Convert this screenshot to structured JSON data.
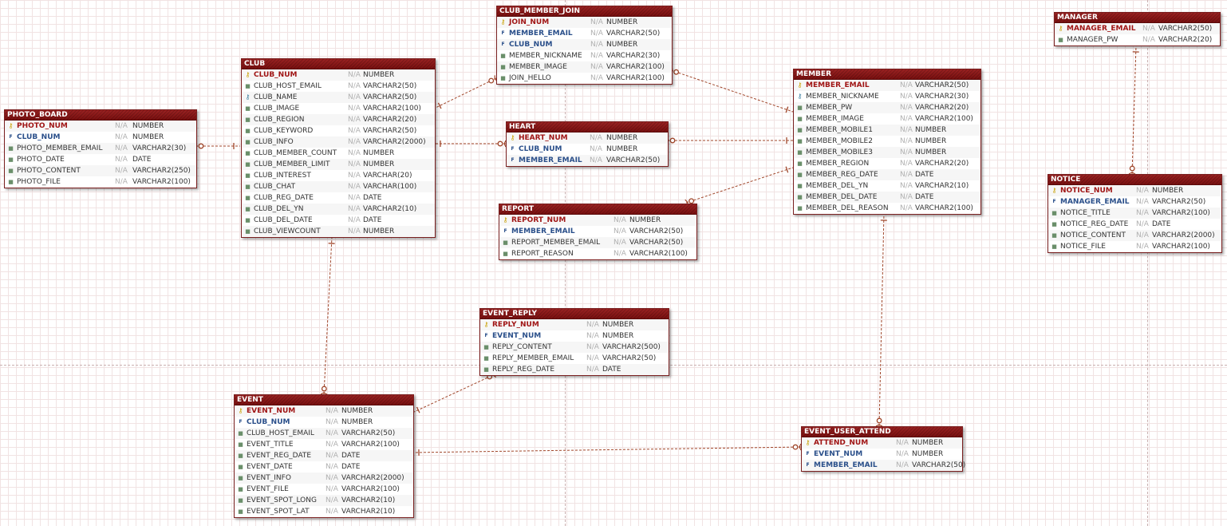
{
  "diagram": {
    "entities": [
      {
        "id": "photo_board",
        "name": "PHOTO_BOARD",
        "columns": [
          {
            "name": "PHOTO_NUM",
            "null": "N/A",
            "type": "NUMBER",
            "kind": "pk"
          },
          {
            "name": "CLUB_NUM",
            "null": "N/A",
            "type": "NUMBER",
            "kind": "fk"
          },
          {
            "name": "PHOTO_MEMBER_EMAIL",
            "null": "N/A",
            "type": "VARCHAR2(30)",
            "kind": "col"
          },
          {
            "name": "PHOTO_DATE",
            "null": "N/A",
            "type": "DATE",
            "kind": "col"
          },
          {
            "name": "PHOTO_CONTENT",
            "null": "N/A",
            "type": "VARCHAR2(250)",
            "kind": "col"
          },
          {
            "name": "PHOTO_FILE",
            "null": "N/A",
            "type": "VARCHAR2(100)",
            "kind": "col"
          }
        ]
      },
      {
        "id": "club",
        "name": "CLUB",
        "columns": [
          {
            "name": "CLUB_NUM",
            "null": "N/A",
            "type": "NUMBER",
            "kind": "pk"
          },
          {
            "name": "CLUB_HOST_EMAIL",
            "null": "N/A",
            "type": "VARCHAR2(50)",
            "kind": "col"
          },
          {
            "name": "CLUB_NAME",
            "null": "N/A",
            "type": "VARCHAR2(50)",
            "kind": "uk"
          },
          {
            "name": "CLUB_IMAGE",
            "null": "N/A",
            "type": "VARCHAR2(100)",
            "kind": "col"
          },
          {
            "name": "CLUB_REGION",
            "null": "N/A",
            "type": "VARCHAR2(20)",
            "kind": "col"
          },
          {
            "name": "CLUB_KEYWORD",
            "null": "N/A",
            "type": "VARCHAR2(50)",
            "kind": "col"
          },
          {
            "name": "CLUB_INFO",
            "null": "N/A",
            "type": "VARCHAR2(2000)",
            "kind": "col"
          },
          {
            "name": "CLUB_MEMBER_COUNT",
            "null": "N/A",
            "type": "NUMBER",
            "kind": "col"
          },
          {
            "name": "CLUB_MEMBER_LIMIT",
            "null": "N/A",
            "type": "NUMBER",
            "kind": "col"
          },
          {
            "name": "CLUB_INTEREST",
            "null": "N/A",
            "type": "VARCHAR(20)",
            "kind": "col"
          },
          {
            "name": "CLUB_CHAT",
            "null": "N/A",
            "type": "VARCHAR(100)",
            "kind": "col"
          },
          {
            "name": "CLUB_REG_DATE",
            "null": "N/A",
            "type": "DATE",
            "kind": "col"
          },
          {
            "name": "CLUB_DEL_YN",
            "null": "N/A",
            "type": "VARCHAR2(10)",
            "kind": "col"
          },
          {
            "name": "CLUB_DEL_DATE",
            "null": "N/A",
            "type": "DATE",
            "kind": "col"
          },
          {
            "name": "CLUB_VIEWCOUNT",
            "null": "N/A",
            "type": "NUMBER",
            "kind": "col"
          }
        ]
      },
      {
        "id": "club_member_join",
        "name": "CLUB_MEMBER_JOIN",
        "columns": [
          {
            "name": "JOIN_NUM",
            "null": "N/A",
            "type": "NUMBER",
            "kind": "pk"
          },
          {
            "name": "MEMBER_EMAIL",
            "null": "N/A",
            "type": "VARCHAR2(50)",
            "kind": "fk"
          },
          {
            "name": "CLUB_NUM",
            "null": "N/A",
            "type": "NUMBER",
            "kind": "fk"
          },
          {
            "name": "MEMBER_NICKNAME",
            "null": "N/A",
            "type": "VARCHAR2(30)",
            "kind": "col"
          },
          {
            "name": "MEMBER_IMAGE",
            "null": "N/A",
            "type": "VARCHAR2(100)",
            "kind": "col"
          },
          {
            "name": "JOIN_HELLO",
            "null": "N/A",
            "type": "VARCHAR2(100)",
            "kind": "col"
          }
        ]
      },
      {
        "id": "heart",
        "name": "HEART",
        "columns": [
          {
            "name": "HEART_NUM",
            "null": "N/A",
            "type": "NUMBER",
            "kind": "pk"
          },
          {
            "name": "CLUB_NUM",
            "null": "N/A",
            "type": "NUMBER",
            "kind": "fk"
          },
          {
            "name": "MEMBER_EMAIL",
            "null": "N/A",
            "type": "VARCHAR2(50)",
            "kind": "fk"
          }
        ]
      },
      {
        "id": "report",
        "name": "REPORT",
        "columns": [
          {
            "name": "REPORT_NUM",
            "null": "N/A",
            "type": "NUMBER",
            "kind": "pk"
          },
          {
            "name": "MEMBER_EMAIL",
            "null": "N/A",
            "type": "VARCHAR2(50)",
            "kind": "fk"
          },
          {
            "name": "REPORT_MEMBER_EMAIL",
            "null": "N/A",
            "type": "VARCHAR2(50)",
            "kind": "col"
          },
          {
            "name": "REPORT_REASON",
            "null": "N/A",
            "type": "VARCHAR2(100)",
            "kind": "col"
          }
        ]
      },
      {
        "id": "member",
        "name": "MEMBER",
        "columns": [
          {
            "name": "MEMBER_EMAIL",
            "null": "N/A",
            "type": "VARCHAR2(50)",
            "kind": "pk"
          },
          {
            "name": "MEMBER_NICKNAME",
            "null": "N/A",
            "type": "VARCHAR2(30)",
            "kind": "uk"
          },
          {
            "name": "MEMBER_PW",
            "null": "N/A",
            "type": "VARCHAR2(20)",
            "kind": "col"
          },
          {
            "name": "MEMBER_IMAGE",
            "null": "N/A",
            "type": "VARCHAR2(100)",
            "kind": "col"
          },
          {
            "name": "MEMBER_MOBILE1",
            "null": "N/A",
            "type": "NUMBER",
            "kind": "col"
          },
          {
            "name": "MEMBER_MOBILE2",
            "null": "N/A",
            "type": "NUMBER",
            "kind": "col"
          },
          {
            "name": "MEMBER_MOBILE3",
            "null": "N/A",
            "type": "NUMBER",
            "kind": "col"
          },
          {
            "name": "MEMBER_REGION",
            "null": "N/A",
            "type": "VARCHAR2(20)",
            "kind": "col"
          },
          {
            "name": "MEMBER_REG_DATE",
            "null": "N/A",
            "type": "DATE",
            "kind": "col"
          },
          {
            "name": "MEMBER_DEL_YN",
            "null": "N/A",
            "type": "VARCHAR2(10)",
            "kind": "col"
          },
          {
            "name": "MEMBER_DEL_DATE",
            "null": "N/A",
            "type": "DATE",
            "kind": "col"
          },
          {
            "name": "MEMBER_DEL_REASON",
            "null": "N/A",
            "type": "VARCHAR2(100)",
            "kind": "col"
          }
        ]
      },
      {
        "id": "manager",
        "name": "MANAGER",
        "columns": [
          {
            "name": "MANAGER_EMAIL",
            "null": "N/A",
            "type": "VARCHAR2(50)",
            "kind": "pk"
          },
          {
            "name": "MANAGER_PW",
            "null": "N/A",
            "type": "VARCHAR2(20)",
            "kind": "col"
          }
        ]
      },
      {
        "id": "notice",
        "name": "NOTICE",
        "columns": [
          {
            "name": "NOTICE_NUM",
            "null": "N/A",
            "type": "NUMBER",
            "kind": "pk"
          },
          {
            "name": "MANAGER_EMAIL",
            "null": "N/A",
            "type": "VARCHAR2(50)",
            "kind": "fk"
          },
          {
            "name": "NOTICE_TITLE",
            "null": "N/A",
            "type": "VARCHAR2(100)",
            "kind": "col"
          },
          {
            "name": "NOTICE_REG_DATE",
            "null": "N/A",
            "type": "DATE",
            "kind": "col"
          },
          {
            "name": "NOTICE_CONTENT",
            "null": "N/A",
            "type": "VARCHAR2(2000)",
            "kind": "col"
          },
          {
            "name": "NOTICE_FILE",
            "null": "N/A",
            "type": "VARCHAR2(100)",
            "kind": "col"
          }
        ]
      },
      {
        "id": "event_reply",
        "name": "EVENT_REPLY",
        "columns": [
          {
            "name": "REPLY_NUM",
            "null": "N/A",
            "type": "NUMBER",
            "kind": "pk"
          },
          {
            "name": "EVENT_NUM",
            "null": "N/A",
            "type": "NUMBER",
            "kind": "fk"
          },
          {
            "name": "REPLY_CONTENT",
            "null": "N/A",
            "type": "VARCHAR2(500)",
            "kind": "col"
          },
          {
            "name": "REPLY_MEMBER_EMAIL",
            "null": "N/A",
            "type": "VARCHAR2(50)",
            "kind": "col"
          },
          {
            "name": "REPLY_REG_DATE",
            "null": "N/A",
            "type": "DATE",
            "kind": "col"
          }
        ]
      },
      {
        "id": "event",
        "name": "EVENT",
        "columns": [
          {
            "name": "EVENT_NUM",
            "null": "N/A",
            "type": "NUMBER",
            "kind": "pk"
          },
          {
            "name": "CLUB_NUM",
            "null": "N/A",
            "type": "NUMBER",
            "kind": "fk"
          },
          {
            "name": "CLUB_HOST_EMAIL",
            "null": "N/A",
            "type": "VARCHAR2(50)",
            "kind": "col"
          },
          {
            "name": "EVENT_TITLE",
            "null": "N/A",
            "type": "VARCHAR2(100)",
            "kind": "col"
          },
          {
            "name": "EVENT_REG_DATE",
            "null": "N/A",
            "type": "DATE",
            "kind": "col"
          },
          {
            "name": "EVENT_DATE",
            "null": "N/A",
            "type": "DATE",
            "kind": "col"
          },
          {
            "name": "EVENT_INFO",
            "null": "N/A",
            "type": "VARCHAR2(2000)",
            "kind": "col"
          },
          {
            "name": "EVENT_FILE",
            "null": "N/A",
            "type": "VARCHAR2(100)",
            "kind": "col"
          },
          {
            "name": "EVENT_SPOT_LONG",
            "null": "N/A",
            "type": "VARCHAR2(10)",
            "kind": "col"
          },
          {
            "name": "EVENT_SPOT_LAT",
            "null": "N/A",
            "type": "VARCHAR2(10)",
            "kind": "col"
          }
        ]
      },
      {
        "id": "event_user_attend",
        "name": "EVENT_USER_ATTEND",
        "columns": [
          {
            "name": "ATTEND_NUM",
            "null": "N/A",
            "type": "NUMBER",
            "kind": "pk"
          },
          {
            "name": "EVENT_NUM",
            "null": "N/A",
            "type": "NUMBER",
            "kind": "fk"
          },
          {
            "name": "MEMBER_EMAIL",
            "null": "N/A",
            "type": "VARCHAR2(50)",
            "kind": "fk"
          }
        ]
      }
    ],
    "relationships": [
      {
        "from": "photo_board",
        "to": "club"
      },
      {
        "from": "club_member_join",
        "to": "club"
      },
      {
        "from": "club_member_join",
        "to": "member"
      },
      {
        "from": "heart",
        "to": "club"
      },
      {
        "from": "heart",
        "to": "member"
      },
      {
        "from": "report",
        "to": "member"
      },
      {
        "from": "notice",
        "to": "manager"
      },
      {
        "from": "event",
        "to": "club"
      },
      {
        "from": "event_reply",
        "to": "event"
      },
      {
        "from": "event_user_attend",
        "to": "event"
      },
      {
        "from": "event_user_attend",
        "to": "member"
      }
    ],
    "colors": {
      "header": "#8a1a1a",
      "pk_text": "#a01515",
      "fk_text": "#2a4f8a",
      "relationship_line": "#a0462a",
      "grid": "#f1e3e3"
    }
  }
}
